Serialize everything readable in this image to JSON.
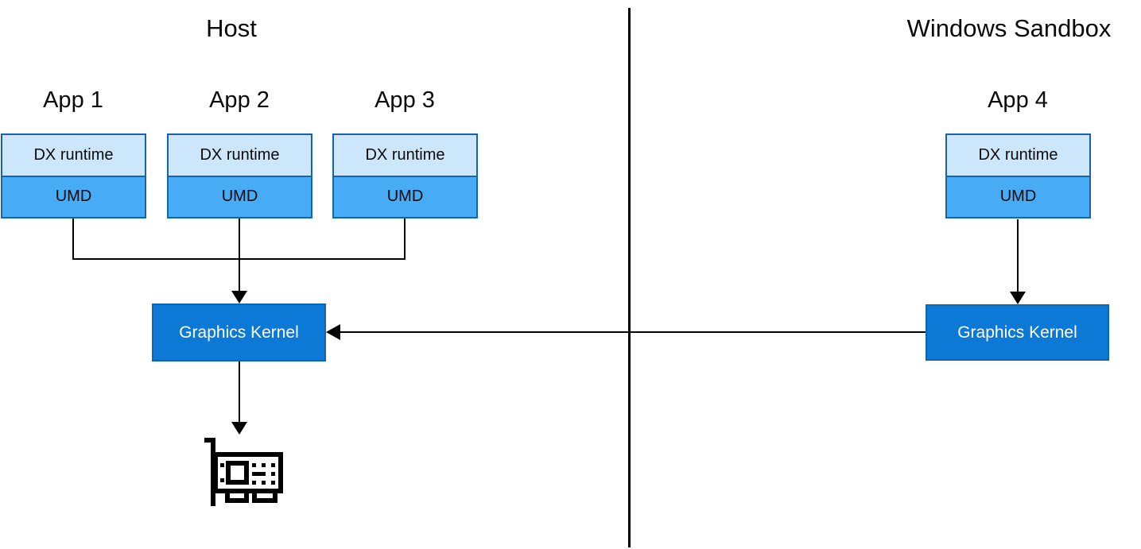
{
  "diagram": {
    "host": {
      "title": "Host",
      "apps": [
        {
          "label": "App 1",
          "layers": [
            "DX runtime",
            "UMD"
          ]
        },
        {
          "label": "App 2",
          "layers": [
            "DX runtime",
            "UMD"
          ]
        },
        {
          "label": "App 3",
          "layers": [
            "DX runtime",
            "UMD"
          ]
        }
      ],
      "kernel_label": "Graphics Kernel",
      "gpu_icon": "graphics-card-icon"
    },
    "sandbox": {
      "title": "Windows Sandbox",
      "apps": [
        {
          "label": "App 4",
          "layers": [
            "DX runtime",
            "UMD"
          ]
        }
      ],
      "kernel_label": "Graphics Kernel"
    },
    "colors": {
      "dx_runtime_fill": "#CCE7FB",
      "umd_fill": "#47ABF5",
      "app_box_border": "#1464AA",
      "kernel_fill": "#0B79D5",
      "kernel_border": "#0F65B0",
      "kernel_text": "#FFFFFF",
      "line_color": "#000000"
    }
  }
}
